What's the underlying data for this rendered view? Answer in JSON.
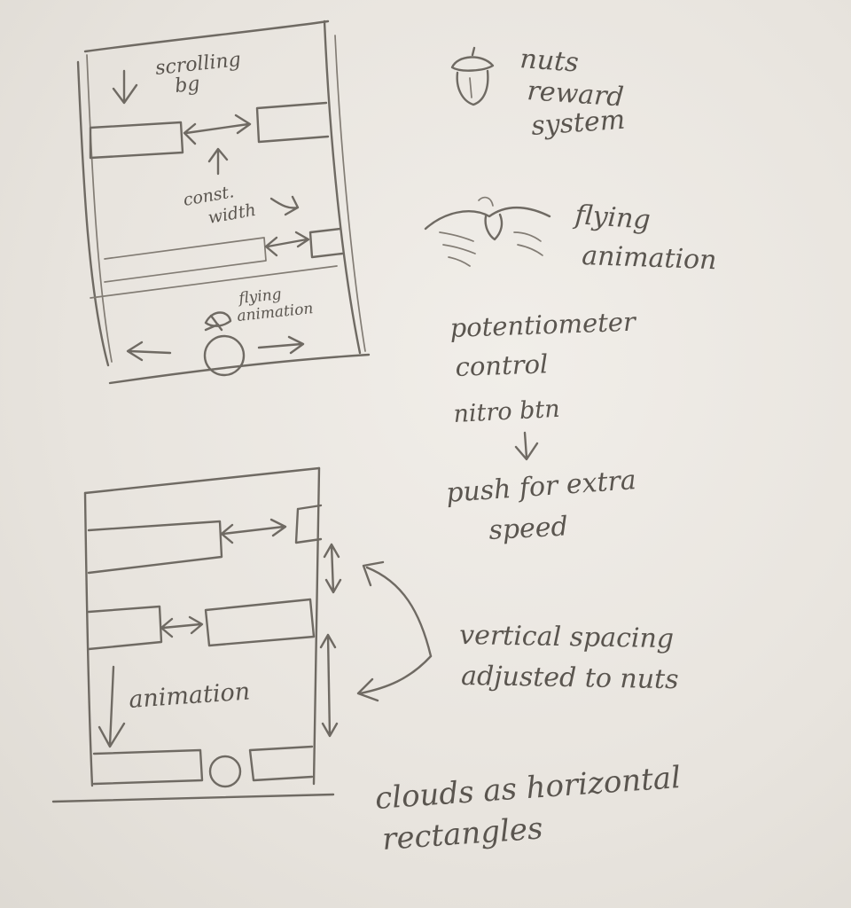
{
  "labels": {
    "scrolling_bg": [
      "scrolling",
      "bg"
    ],
    "const_width": [
      "const.",
      "width"
    ],
    "flying_animation_small": [
      "flying",
      "animation"
    ],
    "nuts_reward": [
      "nuts",
      "reward",
      "system"
    ],
    "flying_animation": [
      "flying",
      "animation"
    ],
    "potentiometer_control": [
      "potentiometer",
      "control"
    ],
    "nitro_btn": "nitro   btn",
    "push_for_extra_speed": [
      "push  for extra",
      "speed"
    ],
    "animation": "animation",
    "vertical_spacing": [
      "vertical spacing",
      "adjusted to nuts"
    ],
    "clouds": [
      "clouds  as  horizontal",
      "rectangles"
    ]
  },
  "icons": [
    "acorn-icon",
    "bird-icon",
    "ball-icon"
  ],
  "colors": {
    "paper": "#ece8e2",
    "pencil": "#6f6a63"
  }
}
